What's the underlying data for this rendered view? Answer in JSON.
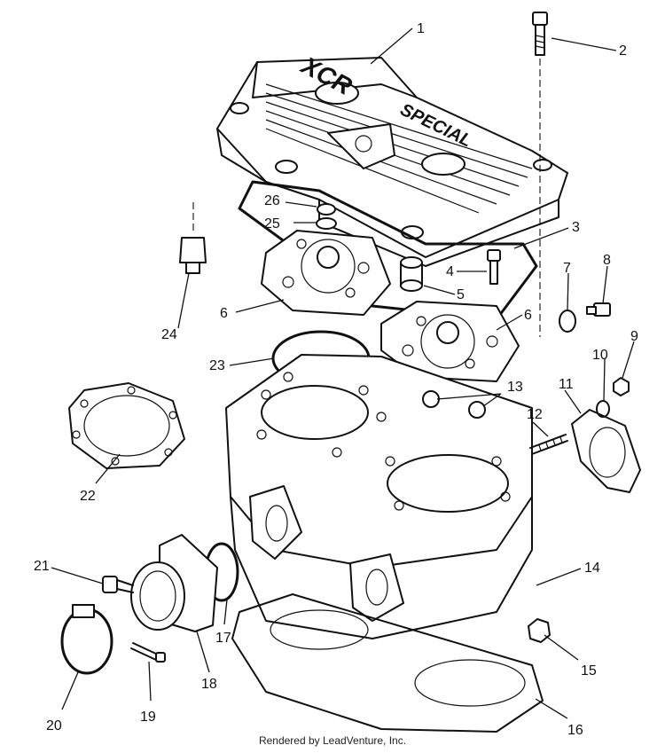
{
  "diagram": {
    "cover_text_1": "XCR",
    "cover_text_2": "SPECIAL",
    "callouts": [
      "1",
      "2",
      "3",
      "4",
      "5",
      "6",
      "6",
      "7",
      "8",
      "9",
      "10",
      "11",
      "12",
      "13",
      "14",
      "15",
      "16",
      "17",
      "18",
      "19",
      "20",
      "21",
      "22",
      "23",
      "24",
      "25",
      "26"
    ]
  },
  "footer": {
    "text": "Rendered by LeadVenture, Inc."
  }
}
